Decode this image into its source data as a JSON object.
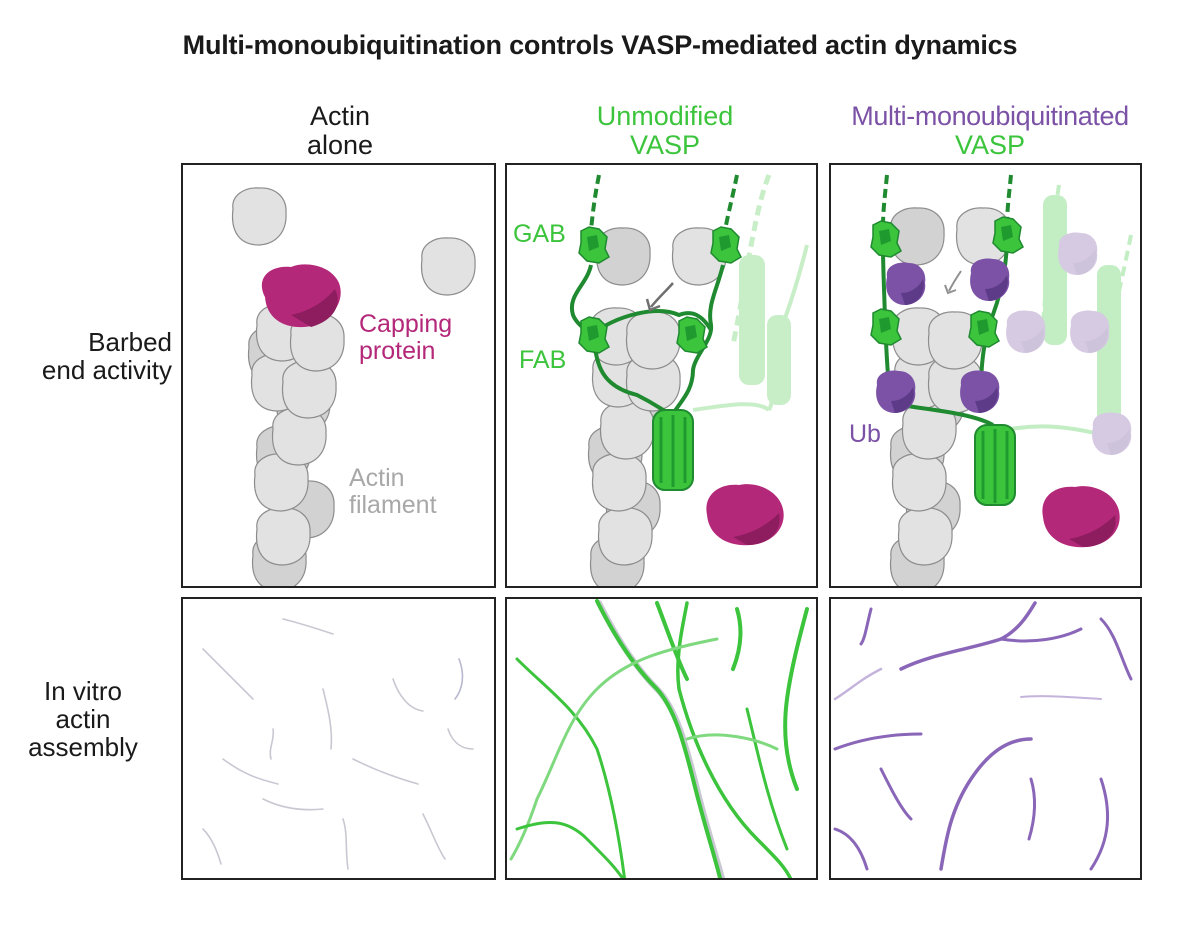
{
  "title": "Multi-monoubiquitination controls VASP-mediated actin dynamics",
  "columns": {
    "actin_alone": {
      "line1": "Actin",
      "line2": "alone"
    },
    "unmodified": {
      "line1": "Unmodified",
      "line2": "VASP"
    },
    "ubiquitinated": {
      "line1": "Multi-monoubiquitinated",
      "line2": "VASP"
    }
  },
  "rows": {
    "barbed": {
      "line1": "Barbed",
      "line2": "end activity"
    },
    "assembly": {
      "line1": "In vitro",
      "line2": "actin",
      "line3": "assembly"
    }
  },
  "labels": {
    "capping_line1": "Capping",
    "capping_line2": "protein",
    "actin_filament_line1": "Actin",
    "actin_filament_line2": "filament",
    "gab": "GAB",
    "fab": "FAB",
    "ub": "Ub"
  },
  "colors": {
    "actin": "#e2e2e2",
    "actin_stroke": "#8c8c8c",
    "capping": "#b4287a",
    "vasp_green": "#3cc43c",
    "vasp_dark": "#1f8a2f",
    "ubiquitin": "#7b52a6",
    "label_gray": "#a8a8a8",
    "filament_gray": "#c8c8d2"
  }
}
